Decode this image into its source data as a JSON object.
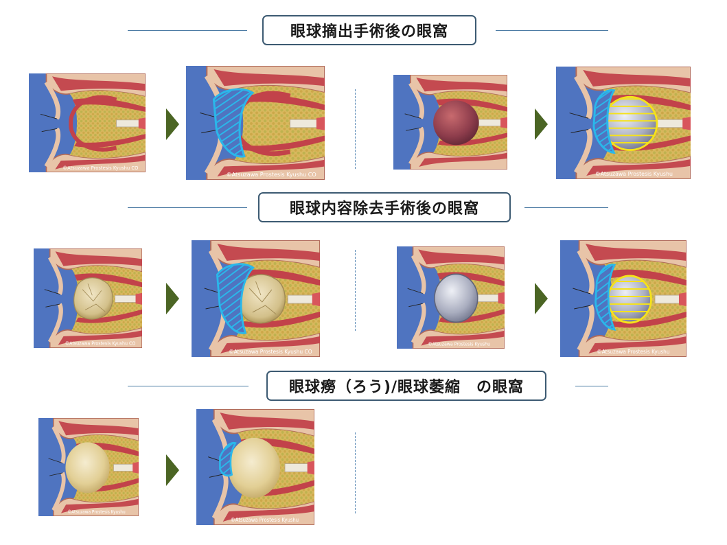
{
  "sections": [
    {
      "title": "眼球摘出手術後の眼窩"
    },
    {
      "title": "眼球内容除去手術後の眼窩"
    },
    {
      "title": "眼球癆（ろう)/眼球萎縮　の眼窩"
    }
  ],
  "panels": {
    "p1": "©Atsuzawa Prostesis Kyushu CO",
    "p2": "©Atsuzawa Prostesis Kyushu CO",
    "p3": "",
    "p4": "©Atsuzawa Prostesis Kyushu",
    "p5": "©Atsuzawa Prostesis Kyushu CO",
    "p6": "©Atsuzawa Prostesis Kyushu CO",
    "p7": "©Atsuzawa Prostesis Kyushu",
    "p8": "©Atsuzawa Prostesis Kyushu",
    "p9": "©Atsuzawa Prostesis Kyushu",
    "p10": "©Atsuzawa Prostesis Kyushu"
  },
  "colors": {
    "background_blue": "#4f74c0",
    "fat_yellow": "#d9b45a",
    "muscle_red": "#c2424a",
    "prosthesis_outline": "#2ab7ea",
    "implant_outline": "#f5e21b",
    "arrow_green": "#4b6524"
  }
}
